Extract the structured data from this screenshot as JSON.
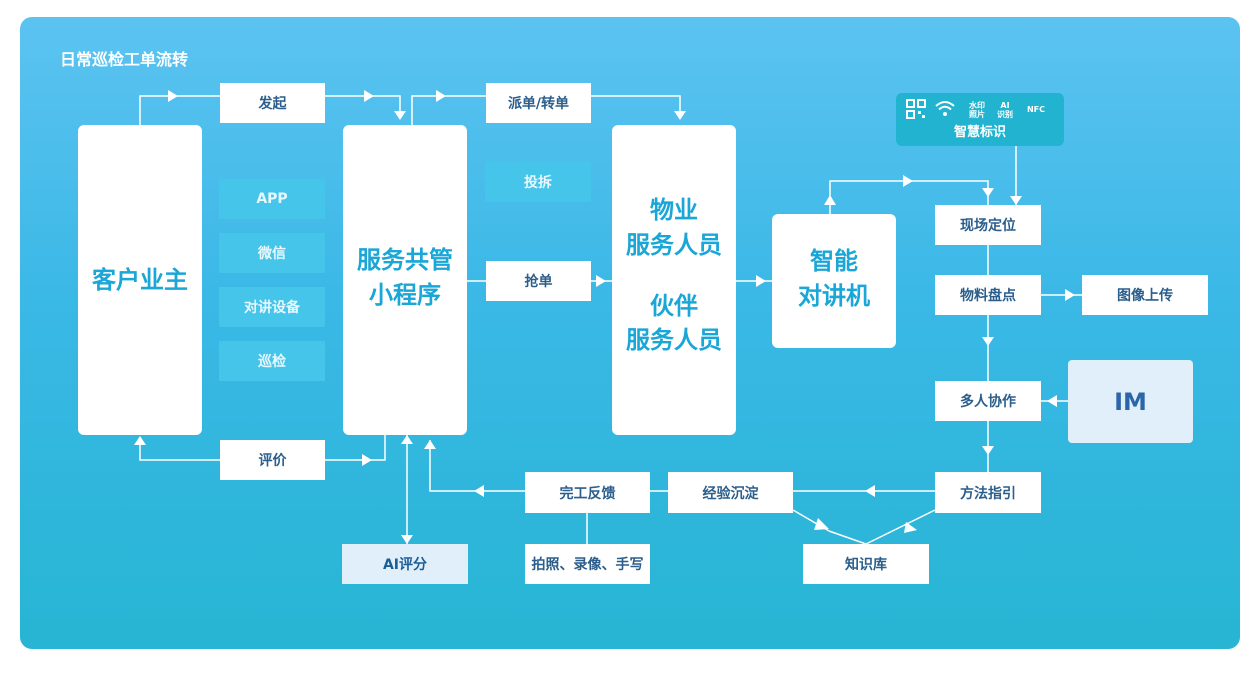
{
  "title": "日常巡检工单流转",
  "nodes": {
    "customer": "客户业主",
    "miniprogram": [
      "服务共管",
      "小程序"
    ],
    "staff": [
      "物业",
      "服务人员"
    ],
    "partner": [
      "伙伴",
      "服务人员"
    ],
    "intercom": [
      "智能",
      "对讲机"
    ],
    "initiate": "发起",
    "evaluate": "评价",
    "dispatch": "派单/转单",
    "complaint": "投拆",
    "grab": "抢单",
    "ai_score": "AI评分",
    "finish_feedback": "完工反馈",
    "media": "拍照、录像、手写",
    "experience": "经验沉淀",
    "knowledge_base": "知识库",
    "locate": "现场定位",
    "inventory": "物料盘点",
    "image_upload": "图像上传",
    "collab": "多人协作",
    "method": "方法指引",
    "im": "IM"
  },
  "channels": [
    "APP",
    "微信",
    "对讲设备",
    "巡检"
  ],
  "smart_tag": {
    "label": "智慧标识",
    "watermark": [
      "水印",
      "照片"
    ],
    "ai": [
      "AI",
      "识别"
    ],
    "nfc": "NFC"
  },
  "colors": {
    "panel_top": "#5cc3f1",
    "panel_bottom": "#27b5d3",
    "accent_text": "#1aa6d6",
    "box_text": "#2b5e8c",
    "pale_box": "#e1effa"
  }
}
